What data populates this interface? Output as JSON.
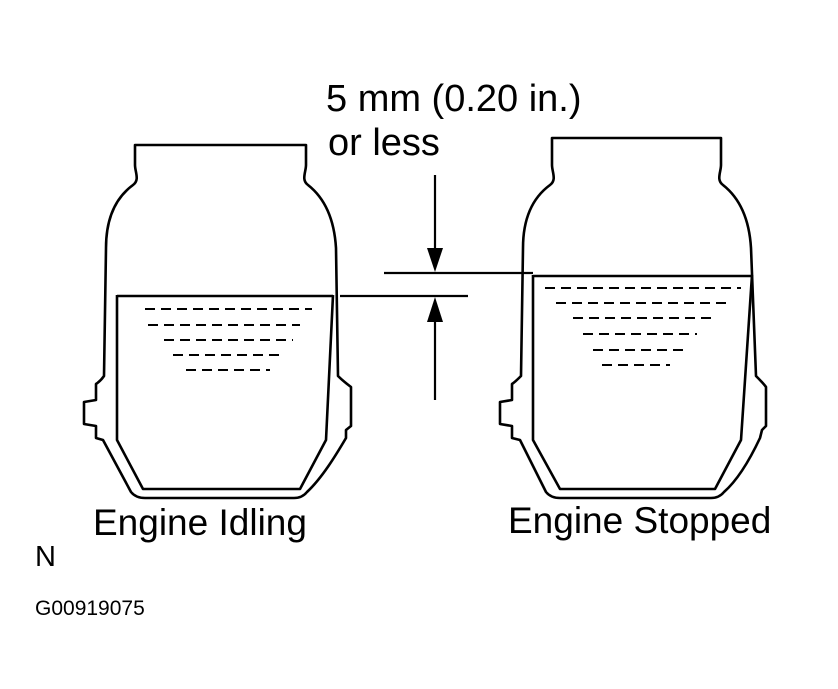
{
  "dimension": {
    "line1": "5 mm (0.20 in.)",
    "line2": "or less"
  },
  "reservoirs": {
    "left_label": "Engine Idling",
    "right_label": "Engine Stopped"
  },
  "footer": {
    "marker": "N",
    "code": "G00919075"
  },
  "colors": {
    "ink": "#000000",
    "background": "#ffffff"
  }
}
